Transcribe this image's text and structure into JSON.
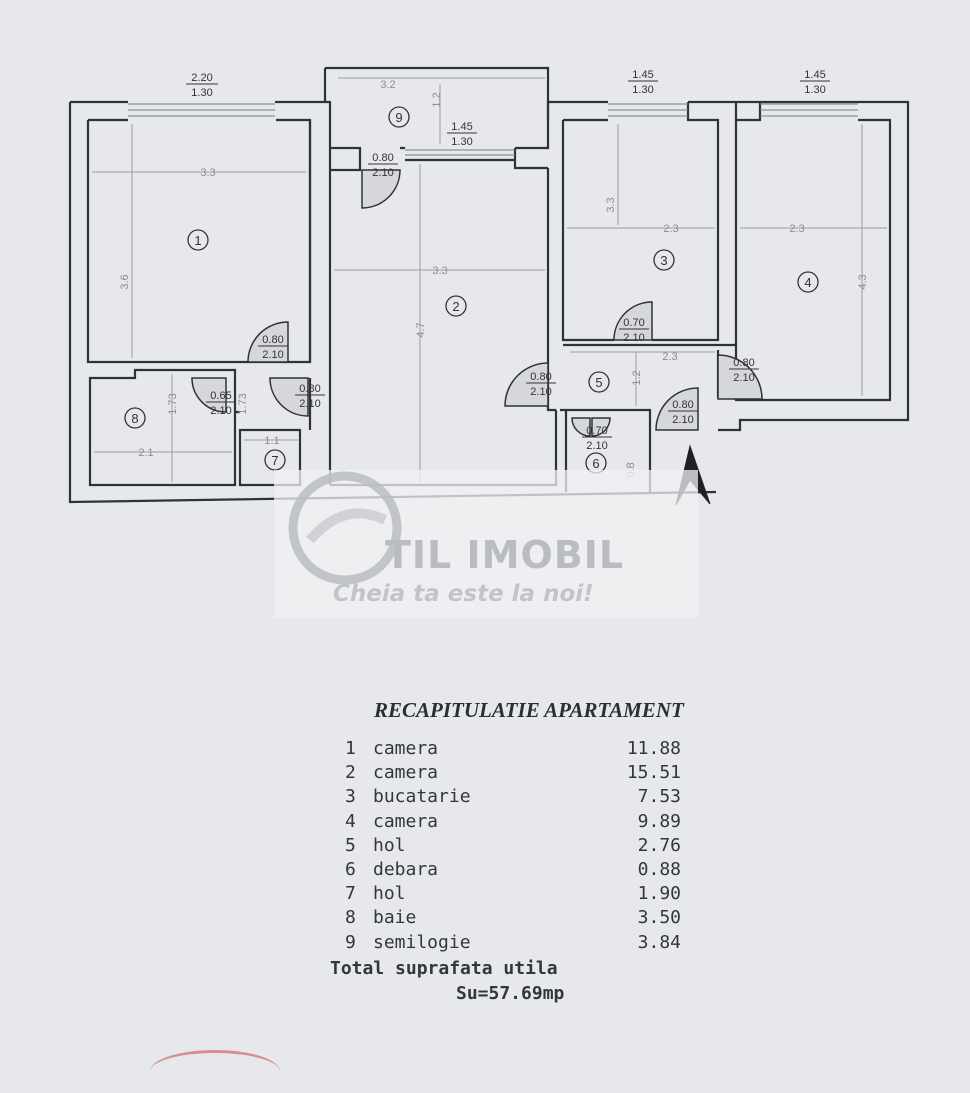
{
  "plan": {
    "room_numbers": [
      "1",
      "2",
      "3",
      "4",
      "5",
      "6",
      "7",
      "8",
      "9"
    ],
    "dimensions": {
      "r1_width": "3.3",
      "r1_height": "3.6",
      "r2_width": "3.3",
      "r2_height": "4.7",
      "r3_width": "2.3",
      "r3_height": "3.3",
      "r4_width": "2.3",
      "r4_height": "4.3",
      "r5_width": "2.3",
      "r5_height": "1.2",
      "r6_height": "0.8",
      "r7_width": "1.1",
      "r8_width": "2.1",
      "r8_height": "1.73",
      "r7_height": "1.73",
      "r9_width": "3.2",
      "r9_height": "1.2"
    },
    "windows": [
      {
        "top": "2.20",
        "bottom": "1.30"
      },
      {
        "top": "1.45",
        "bottom": "1.30"
      },
      {
        "top": "1.45",
        "bottom": "1.30"
      },
      {
        "top": "1.45",
        "bottom": "1.30"
      }
    ],
    "doors": [
      {
        "top": "0.80",
        "bottom": "2.10"
      },
      {
        "top": "0.80",
        "bottom": "2.10"
      },
      {
        "top": "0.80",
        "bottom": "2.10"
      },
      {
        "top": "0.65",
        "bottom": "2.10"
      },
      {
        "top": "0.70",
        "bottom": "2.10"
      },
      {
        "top": "0.80",
        "bottom": "2.10"
      },
      {
        "top": "0.80",
        "bottom": "2.10"
      },
      {
        "top": "0.80",
        "bottom": "2.10"
      },
      {
        "top": "0.70",
        "bottom": "2.10"
      }
    ]
  },
  "watermark": {
    "brand": "TIL IMOBIL",
    "slogan": "Cheia ta este la noi!"
  },
  "summary": {
    "title": "RECAPITULATIE APARTAMENT",
    "rows": [
      {
        "index": "1",
        "name": "camera",
        "area": "11.88"
      },
      {
        "index": "2",
        "name": "camera",
        "area": "15.51"
      },
      {
        "index": "3",
        "name": "bucatarie",
        "area": "7.53"
      },
      {
        "index": "4",
        "name": "camera",
        "area": "9.89"
      },
      {
        "index": "5",
        "name": "hol",
        "area": "2.76"
      },
      {
        "index": "6",
        "name": "debara",
        "area": "0.88"
      },
      {
        "index": "7",
        "name": "hol",
        "area": "1.90"
      },
      {
        "index": "8",
        "name": "baie",
        "area": "3.50"
      },
      {
        "index": "9",
        "name": "semilogie",
        "area": "3.84"
      }
    ],
    "total_label": "Total suprafata utila",
    "total_value": "Su=57.69mp"
  }
}
